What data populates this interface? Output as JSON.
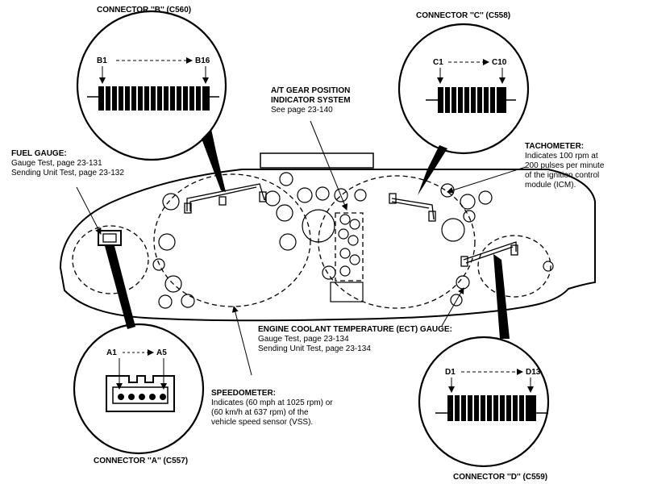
{
  "connectors": {
    "b": {
      "title": "CONNECTOR ''B'' (C560)",
      "pin_start": "B1",
      "pin_end": "B16"
    },
    "c": {
      "title": "CONNECTOR ''C'' (C558)",
      "pin_start": "C1",
      "pin_end": "C10"
    },
    "a": {
      "title": "CONNECTOR ''A'' (C557)",
      "pin_start": "A1",
      "pin_end": "A5"
    },
    "d": {
      "title": "CONNECTOR ''D'' (C559)",
      "pin_start": "D1",
      "pin_end": "D13"
    }
  },
  "labels": {
    "at_gear": {
      "title1": "A/T GEAR POSITION",
      "title2": "INDICATOR SYSTEM",
      "line1": "See page 23-140"
    },
    "fuel": {
      "title": "FUEL GAUGE:",
      "line1": "Gauge Test, page 23-131",
      "line2": "Sending Unit Test, page 23-132"
    },
    "tach": {
      "title": "TACHOMETER:",
      "line1": "Indicates 100 rpm at",
      "line2": "200 pulses per minute",
      "line3": "of the ignition control",
      "line4": "module (ICM)."
    },
    "ect": {
      "title": "ENGINE COOLANT TEMPERATURE (ECT) GAUGE:",
      "line1": "Gauge Test, page 23-134",
      "line2": "Sending Unit Test, page 23-134"
    },
    "speedo": {
      "title": "SPEEDOMETER:",
      "line1": "Indicates (60 mph at 1025 rpm) or",
      "line2": "(60 km/h at 637 rpm) of the",
      "line3": "vehicle speed sensor (VSS)."
    }
  }
}
